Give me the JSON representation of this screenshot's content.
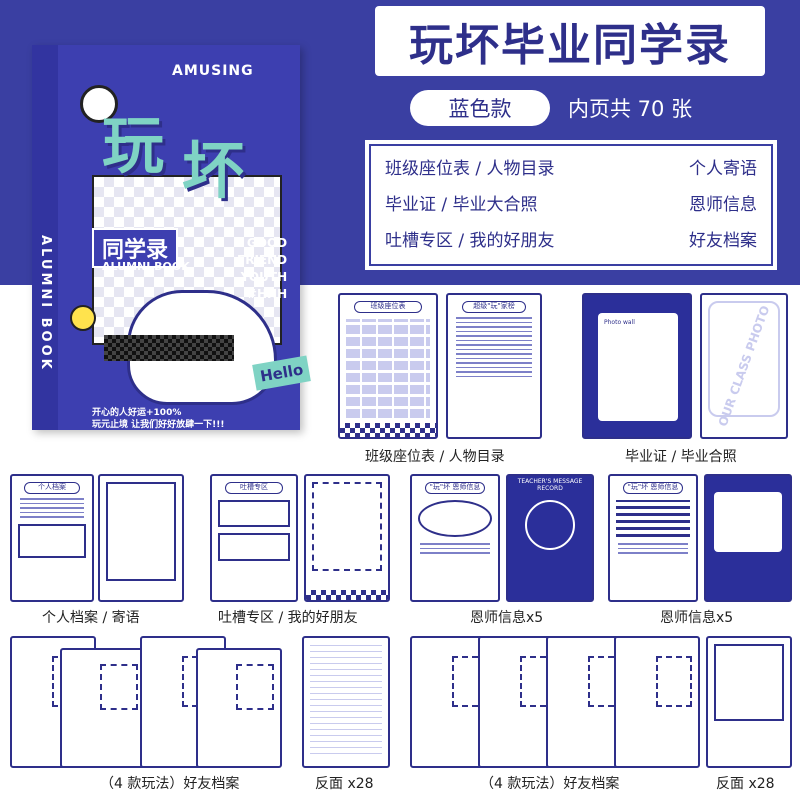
{
  "header": {
    "title": "玩坏毕业同学录",
    "variant": "蓝色款",
    "page_count": "内页共 70 张"
  },
  "features": [
    "班级座位表 / 人物目录",
    "个人寄语",
    "毕业证 / 毕业大合照",
    "恩师信息",
    "吐槽专区 / 我的好朋友",
    "好友档案"
  ],
  "cover": {
    "brand": "AMUSING",
    "big_text_1": "玩",
    "big_text_2": "坏",
    "tag": "同学录",
    "subtitle": "ALUMNI BOOK",
    "spine": "ALUMNI BOOK",
    "slogan": [
      "GOOD",
      "FRIEND",
      "YOUTH",
      "#HHH"
    ],
    "hello": "Hello",
    "note": [
      "开心的人好运+100%",
      "玩元止境 让我们好好放肆一下!!!"
    ]
  },
  "captions": {
    "seat": "班级座位表 / 人物目录",
    "diploma": "毕业证 / 毕业合照",
    "profile": "个人档案 / 寄语",
    "rant": "吐槽专区 / 我的好朋友",
    "teacher_a": "恩师信息x5",
    "teacher_b": "恩师信息x5",
    "friends_a": "（4 款玩法）好友档案",
    "back_a": "反面 x28",
    "friends_b": "（4 款玩法）好友档案",
    "back_b": "反面 x28"
  },
  "thumbs": {
    "seat_header": "班级座位表",
    "dir_header": "超级\"玩\"家榜",
    "photo_wall": "Photo wall",
    "our_class": "OUR CLASS PHOTO",
    "profile_header": "个人档案",
    "rant_header": "吐槽专区",
    "teacher_header": "\"玩\"坏 恩师信息",
    "teacher_msg": "TEACHER'S MESSAGE RECORD"
  },
  "colors": {
    "brand": "#3a3fa2",
    "accent": "#7fd3c4",
    "text": "#2e2f8a"
  }
}
